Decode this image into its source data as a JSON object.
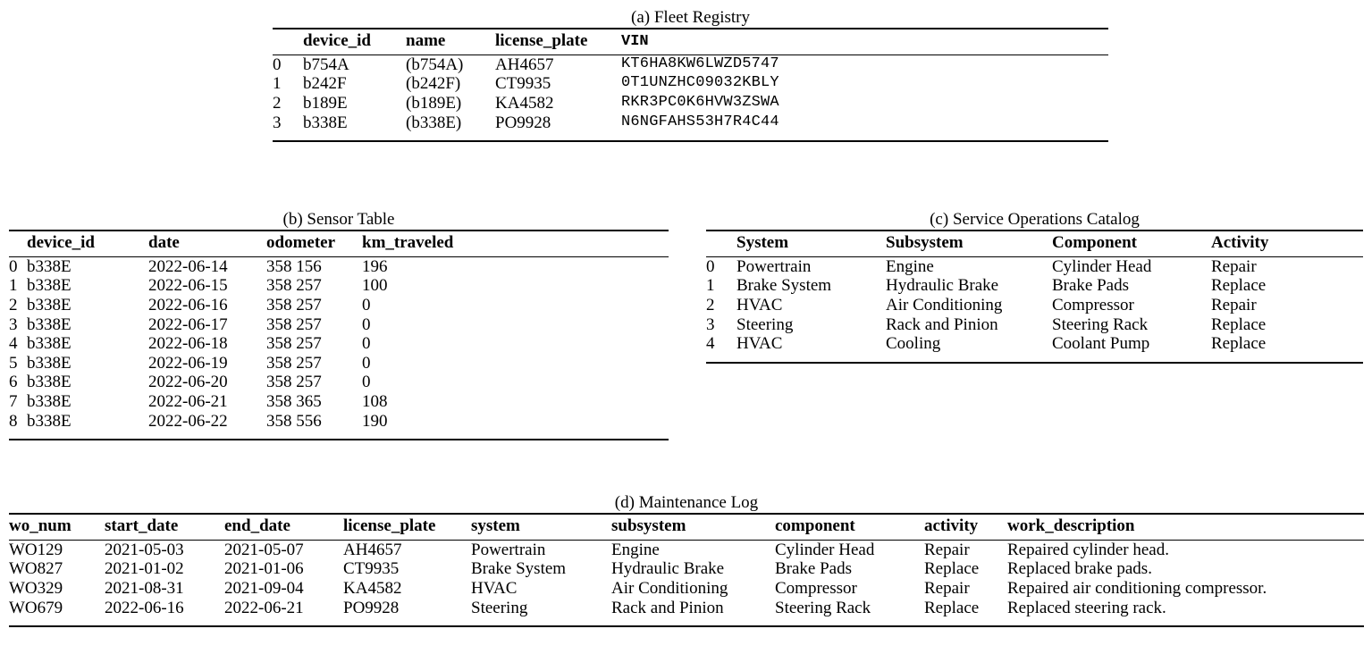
{
  "page": {
    "background": "#ffffff",
    "text_color": "#000000"
  },
  "tables": {
    "a": {
      "caption": "(a) Fleet Registry",
      "columns": [
        "",
        "device_id",
        "name",
        "license_plate",
        "VIN"
      ],
      "rows": [
        {
          "index": "0",
          "device_id": "b754A",
          "name": "(b754A)",
          "license_plate": "AH4657",
          "vin": "KT6HA8KW6LWZD5747"
        },
        {
          "index": "1",
          "device_id": "b242F",
          "name": "(b242F)",
          "license_plate": "CT9935",
          "vin": "0T1UNZHC09032KBLY"
        },
        {
          "index": "2",
          "device_id": "b189E",
          "name": "(b189E)",
          "license_plate": "KA4582",
          "vin": "RKR3PC0K6HVW3ZSWA"
        },
        {
          "index": "3",
          "device_id": "b338E",
          "name": "(b338E)",
          "license_plate": "PO9928",
          "vin": "N6NGFAHS53H7R4C44"
        }
      ]
    },
    "b": {
      "caption": "(b) Sensor Table",
      "columns": [
        "",
        "device_id",
        "date",
        "odometer",
        "km_traveled"
      ],
      "rows": [
        {
          "index": "0",
          "device_id": "b338E",
          "date": "2022-06-14",
          "odometer": "358 156",
          "km_traveled": "196"
        },
        {
          "index": "1",
          "device_id": "b338E",
          "date": "2022-06-15",
          "odometer": "358 257",
          "km_traveled": "100"
        },
        {
          "index": "2",
          "device_id": "b338E",
          "date": "2022-06-16",
          "odometer": "358 257",
          "km_traveled": "0"
        },
        {
          "index": "3",
          "device_id": "b338E",
          "date": "2022-06-17",
          "odometer": "358 257",
          "km_traveled": "0"
        },
        {
          "index": "4",
          "device_id": "b338E",
          "date": "2022-06-18",
          "odometer": "358 257",
          "km_traveled": "0"
        },
        {
          "index": "5",
          "device_id": "b338E",
          "date": "2022-06-19",
          "odometer": "358 257",
          "km_traveled": "0"
        },
        {
          "index": "6",
          "device_id": "b338E",
          "date": "2022-06-20",
          "odometer": "358 257",
          "km_traveled": "0"
        },
        {
          "index": "7",
          "device_id": "b338E",
          "date": "2022-06-21",
          "odometer": "358 365",
          "km_traveled": "108"
        },
        {
          "index": "8",
          "device_id": "b338E",
          "date": "2022-06-22",
          "odometer": "358 556",
          "km_traveled": "190"
        }
      ]
    },
    "c": {
      "caption": "(c) Service Operations Catalog",
      "columns": [
        "",
        "System",
        "Subsystem",
        "Component",
        "Activity"
      ],
      "rows": [
        {
          "index": "0",
          "system": "Powertrain",
          "subsystem": "Engine",
          "component": "Cylinder Head",
          "activity": "Repair"
        },
        {
          "index": "1",
          "system": "Brake System",
          "subsystem": "Hydraulic Brake",
          "component": "Brake Pads",
          "activity": "Replace"
        },
        {
          "index": "2",
          "system": "HVAC",
          "subsystem": "Air Conditioning",
          "component": "Compressor",
          "activity": "Repair"
        },
        {
          "index": "3",
          "system": "Steering",
          "subsystem": "Rack and Pinion",
          "component": "Steering Rack",
          "activity": "Replace"
        },
        {
          "index": "4",
          "system": "HVAC",
          "subsystem": "Cooling",
          "component": "Coolant Pump",
          "activity": "Replace"
        }
      ]
    },
    "d": {
      "caption": "(d) Maintenance Log",
      "columns": [
        "wo_num",
        "start_date",
        "end_date",
        "license_plate",
        "system",
        "subsystem",
        "component",
        "activity",
        "work_description"
      ],
      "rows": [
        {
          "wo_num": "WO129",
          "start_date": "2021-05-03",
          "end_date": "2021-05-07",
          "license_plate": "AH4657",
          "system": "Powertrain",
          "subsystem": "Engine",
          "component": "Cylinder Head",
          "activity": "Repair",
          "work_description": "Repaired cylinder head."
        },
        {
          "wo_num": "WO827",
          "start_date": "2021-01-02",
          "end_date": "2021-01-06",
          "license_plate": "CT9935",
          "system": "Brake System",
          "subsystem": "Hydraulic Brake",
          "component": "Brake Pads",
          "activity": "Replace",
          "work_description": "Replaced brake pads."
        },
        {
          "wo_num": "WO329",
          "start_date": "2021-08-31",
          "end_date": "2021-09-04",
          "license_plate": "KA4582",
          "system": "HVAC",
          "subsystem": "Air Conditioning",
          "component": "Compressor",
          "activity": "Repair",
          "work_description": "Repaired air conditioning compressor."
        },
        {
          "wo_num": "WO679",
          "start_date": "2022-06-16",
          "end_date": "2022-06-21",
          "license_plate": "PO9928",
          "system": "Steering",
          "subsystem": "Rack and Pinion",
          "component": "Steering Rack",
          "activity": "Replace",
          "work_description": "Replaced steering rack."
        }
      ]
    }
  }
}
